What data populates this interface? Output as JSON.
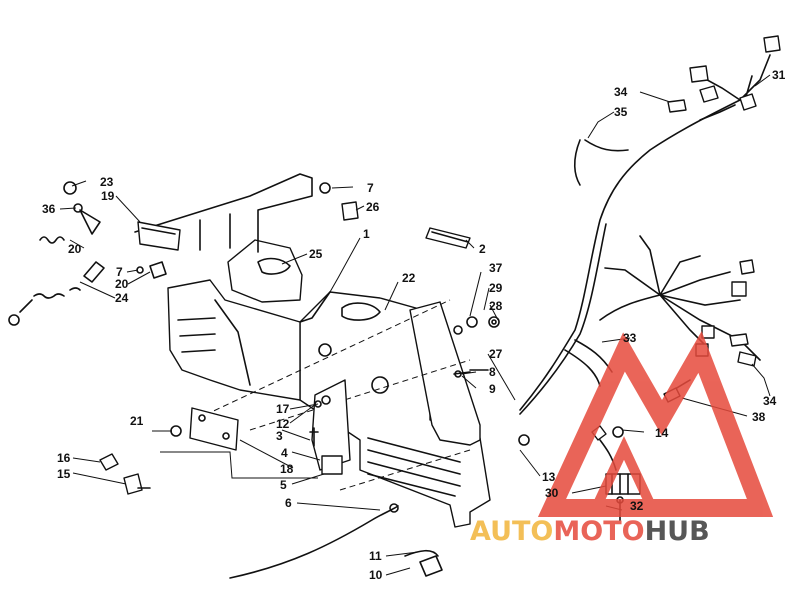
{
  "callouts": [
    {
      "n": "1"
    },
    {
      "n": "2"
    },
    {
      "n": "3"
    },
    {
      "n": "4"
    },
    {
      "n": "5"
    },
    {
      "n": "6"
    },
    {
      "n": "7"
    },
    {
      "n": "7"
    },
    {
      "n": "8"
    },
    {
      "n": "9"
    },
    {
      "n": "10"
    },
    {
      "n": "11"
    },
    {
      "n": "12"
    },
    {
      "n": "13"
    },
    {
      "n": "14"
    },
    {
      "n": "15"
    },
    {
      "n": "16"
    },
    {
      "n": "17"
    },
    {
      "n": "18"
    },
    {
      "n": "19"
    },
    {
      "n": "20"
    },
    {
      "n": "20"
    },
    {
      "n": "21"
    },
    {
      "n": "22"
    },
    {
      "n": "23"
    },
    {
      "n": "24"
    },
    {
      "n": "25"
    },
    {
      "n": "26"
    },
    {
      "n": "27"
    },
    {
      "n": "28"
    },
    {
      "n": "29"
    },
    {
      "n": "30"
    },
    {
      "n": "31"
    },
    {
      "n": "32"
    },
    {
      "n": "33"
    },
    {
      "n": "34"
    },
    {
      "n": "34"
    },
    {
      "n": "35"
    },
    {
      "n": "36"
    },
    {
      "n": "37"
    },
    {
      "n": "38"
    }
  ],
  "watermark": {
    "part1": "AUTO",
    "part2": "MOTO",
    "part3": "HUB",
    "color1": "#f2b43a",
    "color2": "#e64a3c",
    "color3": "#3a3a3a"
  }
}
